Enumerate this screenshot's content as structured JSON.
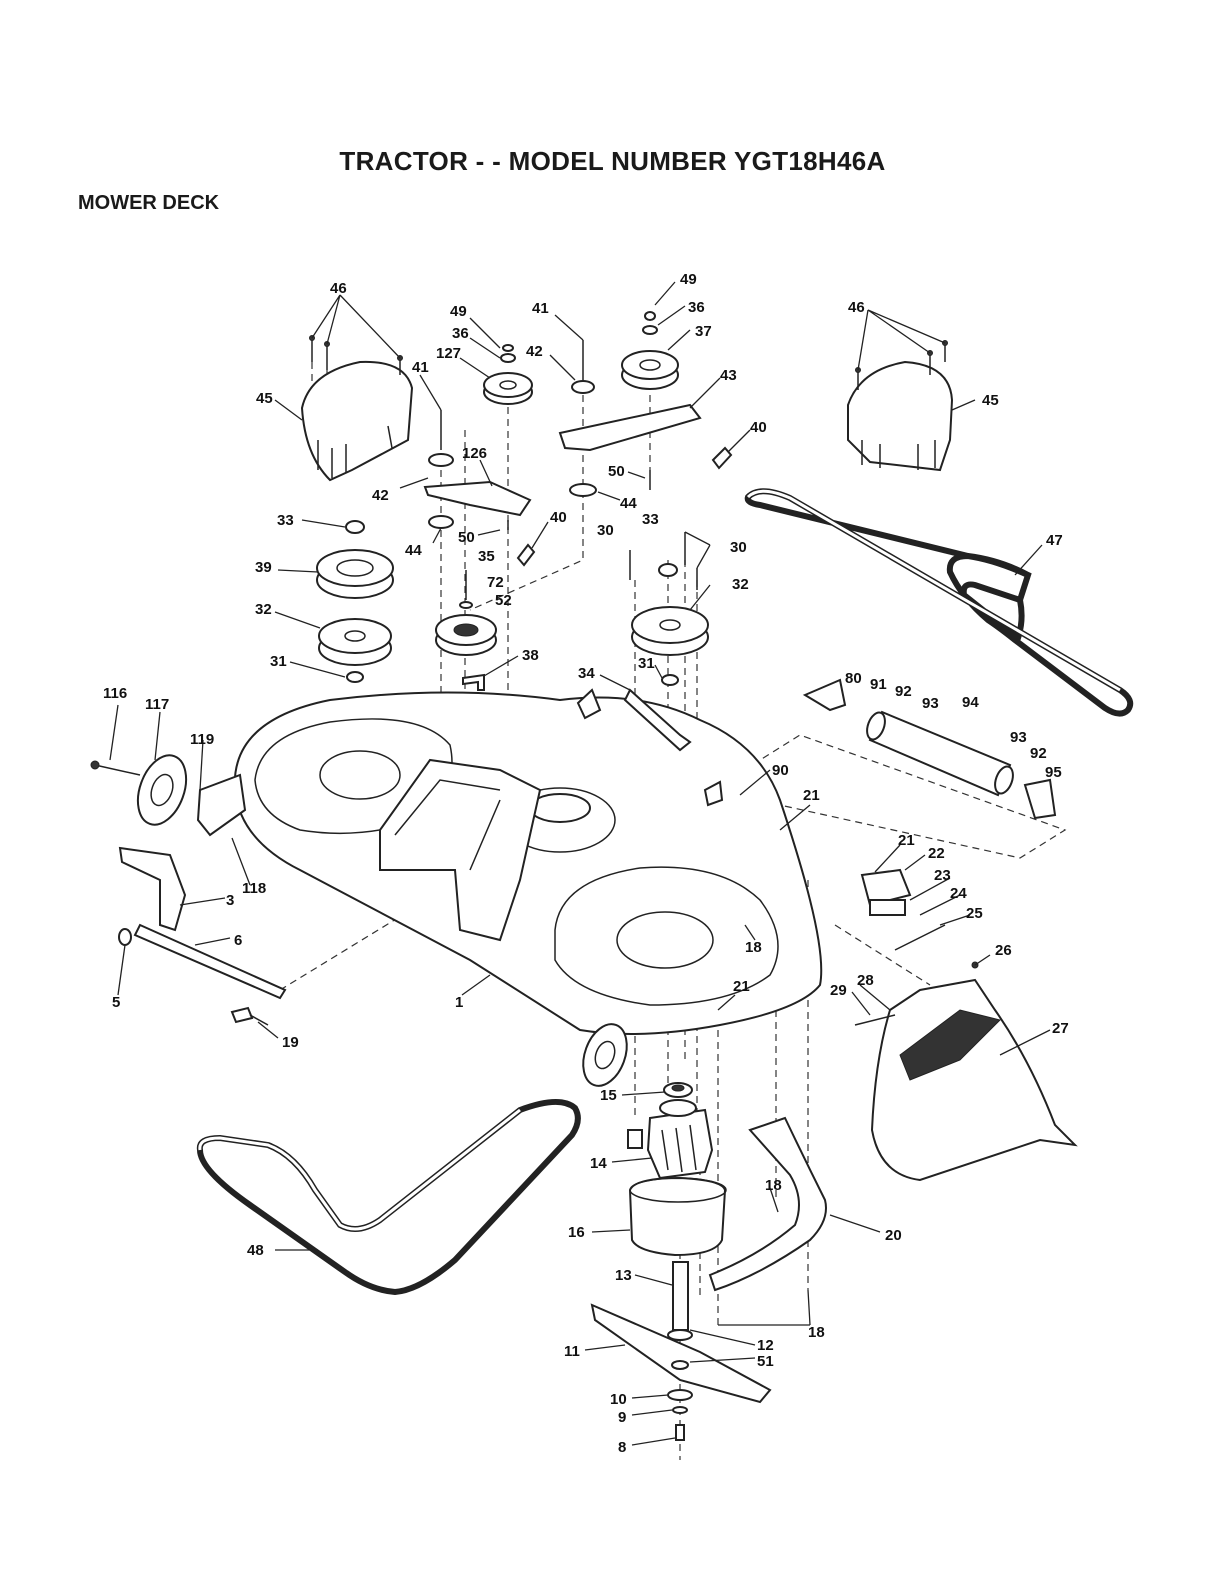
{
  "header": {
    "title": "TRACTOR - - MODEL NUMBER YGT18H46A",
    "section": "MOWER DECK"
  },
  "callouts": [
    {
      "id": "c46a",
      "text": "46"
    },
    {
      "id": "c45a",
      "text": "45"
    },
    {
      "id": "c41a",
      "text": "41"
    },
    {
      "id": "c49a",
      "text": "49"
    },
    {
      "id": "c36a",
      "text": "36"
    },
    {
      "id": "c127",
      "text": "127"
    },
    {
      "id": "c41b",
      "text": "41"
    },
    {
      "id": "c42a",
      "text": "42"
    },
    {
      "id": "c49b",
      "text": "49"
    },
    {
      "id": "c36b",
      "text": "36"
    },
    {
      "id": "c37",
      "text": "37"
    },
    {
      "id": "c43",
      "text": "43"
    },
    {
      "id": "c40a",
      "text": "40"
    },
    {
      "id": "c46b",
      "text": "46"
    },
    {
      "id": "c45b",
      "text": "45"
    },
    {
      "id": "c126",
      "text": "126"
    },
    {
      "id": "c42b",
      "text": "42"
    },
    {
      "id": "c50a",
      "text": "50"
    },
    {
      "id": "c44a",
      "text": "44"
    },
    {
      "id": "c33a",
      "text": "33"
    },
    {
      "id": "c50b",
      "text": "50"
    },
    {
      "id": "c40b",
      "text": "40"
    },
    {
      "id": "c44b",
      "text": "44"
    },
    {
      "id": "c30a",
      "text": "30"
    },
    {
      "id": "c33b",
      "text": "33"
    },
    {
      "id": "c30b",
      "text": "30"
    },
    {
      "id": "c47",
      "text": "47"
    },
    {
      "id": "c39",
      "text": "39"
    },
    {
      "id": "c35",
      "text": "35"
    },
    {
      "id": "c72",
      "text": "72"
    },
    {
      "id": "c52",
      "text": "52"
    },
    {
      "id": "c32a",
      "text": "32"
    },
    {
      "id": "c32b",
      "text": "32"
    },
    {
      "id": "c31a",
      "text": "31"
    },
    {
      "id": "c38",
      "text": "38"
    },
    {
      "id": "c34",
      "text": "34"
    },
    {
      "id": "c31b",
      "text": "31"
    },
    {
      "id": "c80",
      "text": "80"
    },
    {
      "id": "c91",
      "text": "91"
    },
    {
      "id": "c92a",
      "text": "92"
    },
    {
      "id": "c93a",
      "text": "93"
    },
    {
      "id": "c94",
      "text": "94"
    },
    {
      "id": "c116",
      "text": "116"
    },
    {
      "id": "c117",
      "text": "117"
    },
    {
      "id": "c119",
      "text": "119"
    },
    {
      "id": "c93b",
      "text": "93"
    },
    {
      "id": "c92b",
      "text": "92"
    },
    {
      "id": "c95",
      "text": "95"
    },
    {
      "id": "c90",
      "text": "90"
    },
    {
      "id": "c21a",
      "text": "21"
    },
    {
      "id": "c21b",
      "text": "21"
    },
    {
      "id": "c22",
      "text": "22"
    },
    {
      "id": "c23",
      "text": "23"
    },
    {
      "id": "c24",
      "text": "24"
    },
    {
      "id": "c25",
      "text": "25"
    },
    {
      "id": "c118",
      "text": "118"
    },
    {
      "id": "c3",
      "text": "3"
    },
    {
      "id": "c6",
      "text": "6"
    },
    {
      "id": "c18a",
      "text": "18"
    },
    {
      "id": "c26",
      "text": "26"
    },
    {
      "id": "c29",
      "text": "29"
    },
    {
      "id": "c28",
      "text": "28"
    },
    {
      "id": "c5",
      "text": "5"
    },
    {
      "id": "c1",
      "text": "1"
    },
    {
      "id": "c21c",
      "text": "21"
    },
    {
      "id": "c27",
      "text": "27"
    },
    {
      "id": "c19",
      "text": "19"
    },
    {
      "id": "c15",
      "text": "15"
    },
    {
      "id": "c14",
      "text": "14"
    },
    {
      "id": "c18b",
      "text": "18"
    },
    {
      "id": "c20",
      "text": "20"
    },
    {
      "id": "c48",
      "text": "48"
    },
    {
      "id": "c16",
      "text": "16"
    },
    {
      "id": "c13",
      "text": "13"
    },
    {
      "id": "c18c",
      "text": "18"
    },
    {
      "id": "c12",
      "text": "12"
    },
    {
      "id": "c11",
      "text": "11"
    },
    {
      "id": "c51",
      "text": "51"
    },
    {
      "id": "c10",
      "text": "10"
    },
    {
      "id": "c9",
      "text": "9"
    },
    {
      "id": "c8",
      "text": "8"
    }
  ]
}
